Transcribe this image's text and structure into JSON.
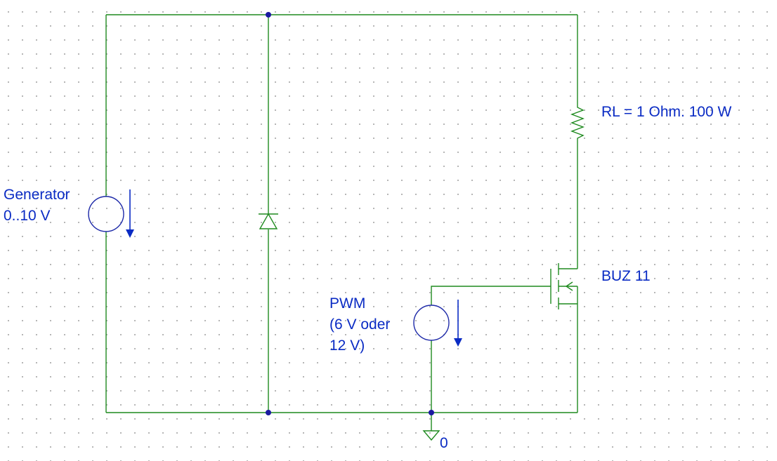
{
  "components": {
    "generator": {
      "name": "Generator",
      "value": "0..10 V"
    },
    "load": {
      "label": "RL = 1 Ohm. 100 W"
    },
    "transistor": {
      "label": "BUZ 11"
    },
    "pwm": {
      "name": "PWM",
      "line2": "(6 V oder",
      "line3": "12 V)"
    },
    "ground": {
      "label": "0"
    }
  },
  "colors": {
    "wire": "#1f8a1f",
    "source_circle": "#1e2aa8",
    "text": "#0a2bc4",
    "junction": "#1a1aa0",
    "grid_dot": "#a8a8a8"
  }
}
